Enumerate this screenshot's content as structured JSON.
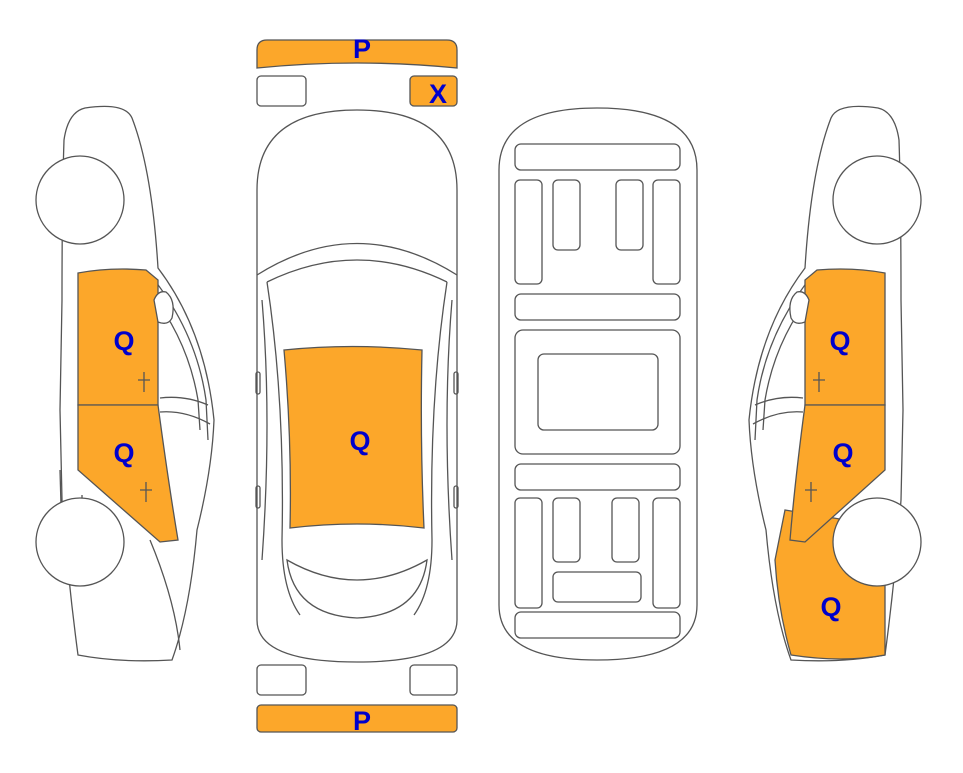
{
  "colors": {
    "damage_fill": "#FCA72A",
    "outline": "#555555",
    "label_text": "#0000CC",
    "background": "#FFFFFF"
  },
  "markers": {
    "front_bumper": "P",
    "front_right_light": "X",
    "hood": "Q",
    "rear_bumper": "P",
    "left_front_door": "Q",
    "left_rear_door": "Q",
    "right_front_door": "Q",
    "right_rear_door": "Q",
    "right_rear_quarter": "Q"
  }
}
